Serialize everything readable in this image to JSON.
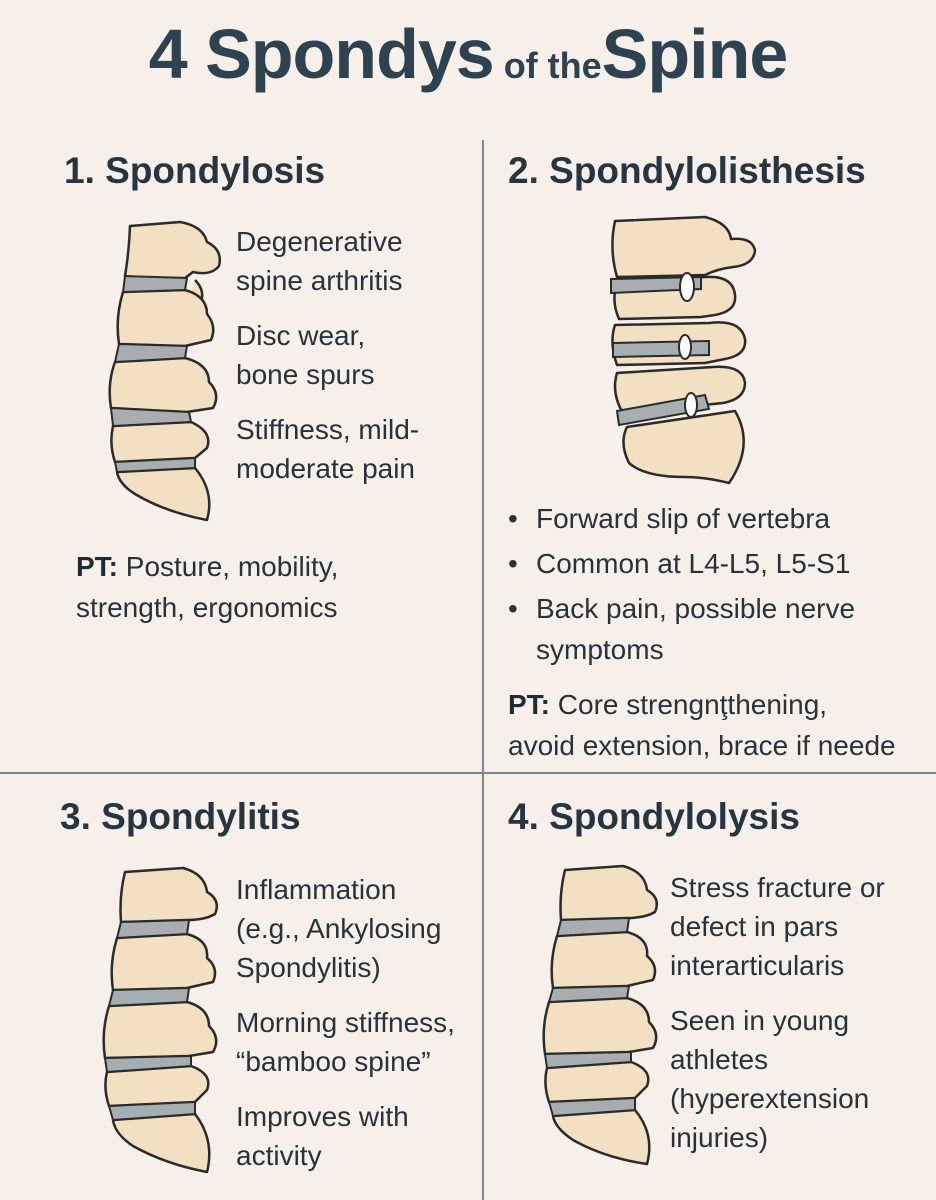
{
  "title": {
    "part1": "4 Spondys",
    "part2": " of the",
    "part3": "Spine"
  },
  "panels": [
    {
      "heading": "1. Spondylosis",
      "lines": [
        "Degenerative",
        "spine arthritis",
        "Disc wear,",
        "bone spurs",
        "Stiffness, mild-",
        "moderate pain"
      ],
      "pt_label": "PT:",
      "pt_lines": [
        " Posture, mobility,",
        "strength, ergonomics"
      ]
    },
    {
      "heading": "2. Spondylolisthesis",
      "bullets": [
        "Forward slip of vertebra",
        "Common at L4-L5, L5-S1",
        "Back pain, possible nerve"
      ],
      "bullet_cont": "symptoms",
      "pt_label": "PT:",
      "pt_lines": [
        " Core strengnţthening,",
        "avoid extension, brace if neede"
      ]
    },
    {
      "heading": "3. Spondylitis",
      "lines": [
        "Inflammation",
        "(e.g., Ankylosing",
        "Spondylitis)",
        "Morning stiffness,",
        "“bamboo spine”",
        "Improves with",
        "activity"
      ]
    },
    {
      "heading": "4. Spondylolysis",
      "lines": [
        "Stress fracture or",
        "defect in pars",
        "interarticularis",
        "Seen in young",
        "athletes",
        "(hyperextension",
        "injuries)"
      ]
    }
  ],
  "colors": {
    "background": "#f7efe9",
    "bone": "#f3dfc1",
    "disc": "#a7aeb2",
    "outline": "#2b2b2b",
    "divider": "#7d8892"
  },
  "icons": [
    "spine-illustration"
  ]
}
